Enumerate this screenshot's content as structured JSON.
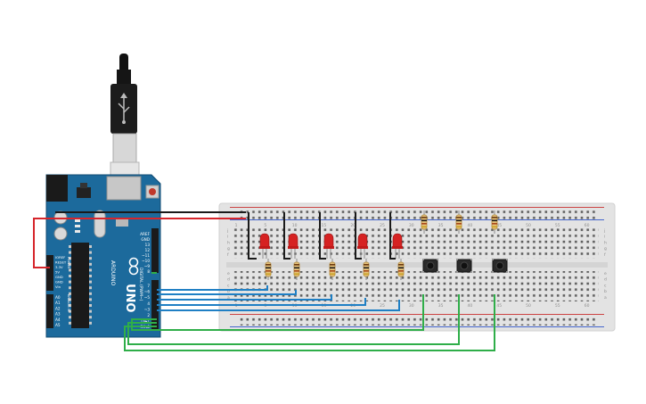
{
  "arduino": {
    "brand": "ARDUINO",
    "model": "UNO",
    "header_top": [
      "AREF",
      "GND",
      "13",
      "12",
      "~11",
      "~10",
      "~9",
      "8"
    ],
    "header_bottom": [
      "7",
      "~6",
      "~5",
      "4",
      "~3",
      "2",
      "TX▸1",
      "RX◂0"
    ],
    "power_labels": [
      "IOREF",
      "RESET",
      "3.3V",
      "5V",
      "GND",
      "GND",
      "Vin"
    ],
    "analog_labels": [
      "A0",
      "A1",
      "A2",
      "A3",
      "A4",
      "A5"
    ],
    "side_label": "DIGITAL (PWM~)",
    "power_title": "POWER",
    "analog_title": "ANALOG IN"
  },
  "breadboard": {
    "column_numbers": [
      "1",
      "5",
      "10",
      "15",
      "20",
      "25",
      "30",
      "35",
      "40",
      "45",
      "50",
      "55",
      "60"
    ],
    "row_letters_top": [
      "j",
      "i",
      "h",
      "g",
      "f"
    ],
    "row_letters_bottom": [
      "e",
      "d",
      "c",
      "b",
      "a"
    ]
  },
  "components": {
    "leds": {
      "count": 5,
      "color": "#d62222"
    },
    "resistors_led": {
      "count": 5
    },
    "resistors_button": {
      "count": 3
    },
    "buttons": {
      "count": 3
    }
  },
  "wire_colors": {
    "red": "#d6252b",
    "black": "#1a1a1a",
    "blue": "#1f7fc4",
    "green": "#2fae49"
  }
}
